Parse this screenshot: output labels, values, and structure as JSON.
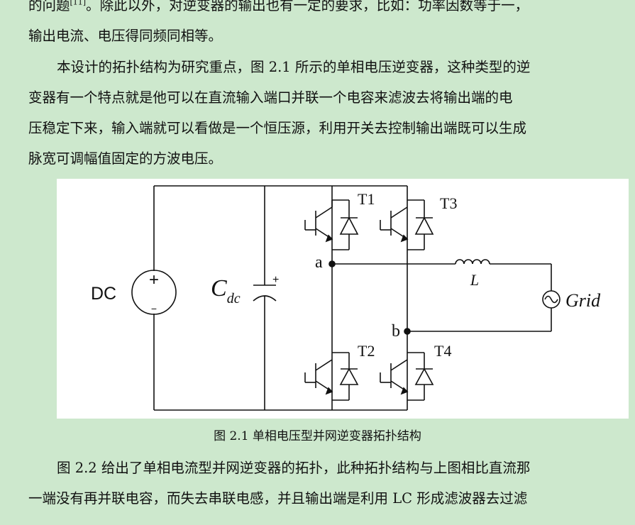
{
  "paragraph1": {
    "line1_before_cite": "的问题",
    "line1_cite": "[11]",
    "line1_after_cite": "。除此以外，对逆变器的输出也有一定的要求，比如：功率因数等于一，",
    "line2": "输出电流、电压得同频同相等。"
  },
  "paragraph2": {
    "lines": [
      "本设计的拓扑结构为研究重点，图 2.1 所示的单相电压逆变器，这种类型的逆",
      "变器有一个特点就是他可以在直流输入端口并联一个电容来滤波去将输出端的电",
      "压稳定下来，输入端就可以看做是一个恒压源，利用开关去控制输出端既可以生成",
      "脉宽可调幅值固定的方波电压。"
    ]
  },
  "figure": {
    "source_label": "DC",
    "plus_sign": "+",
    "minus_sign": "−",
    "capacitor_main": "C",
    "capacitor_sub": "dc",
    "capacitor_plus": "+",
    "switch_labels": [
      "T1",
      "T3",
      "T2",
      "T4"
    ],
    "node_a": "a",
    "node_b": "b",
    "inductor_label": "L",
    "grid_label": "Grid"
  },
  "caption": "图 2.1  单相电压型并网逆变器拓扑结构",
  "paragraph3": {
    "lines": [
      "图 2.2 给出了单相电流型并网逆变器的拓扑，此种拓扑结构与上图相比直流那",
      "一端没有再并联电容，而失去串联电感，并且输出端是利用 LC 形成滤波器去过滤"
    ]
  }
}
